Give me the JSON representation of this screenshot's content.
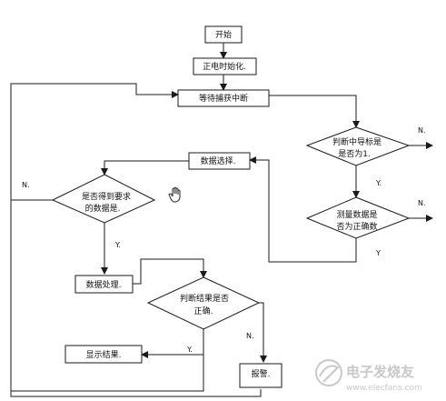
{
  "nodes": {
    "start": "开始",
    "init": "正电时始化.",
    "wait": "等待捕获中断",
    "check_flag_1": "判断中导标是",
    "check_flag_2": "是否为1.",
    "select": "数据选择.",
    "check_data_1": "测量数据是",
    "check_data_2": "否为正确数",
    "reach_1": "是否得到要求",
    "reach_2": "的数据是.",
    "process": "数据处理.",
    "judge_1": "判断结果是否",
    "judge_2": "正确.",
    "display": "显示结果.",
    "alarm": "报警."
  },
  "edge_labels": {
    "flag_no": "N.",
    "flag_yes": "Y.",
    "data_no": "N.",
    "data_yes": "Y",
    "reach_no": "N.",
    "reach_yes": "Y.",
    "judge_no": "N.",
    "judge_yes": "Y."
  },
  "watermark": {
    "brand": "电子发烧友",
    "url": "www.elecfans.com"
  },
  "icons": {
    "cursor": "hand-cursor-icon",
    "logo": "elecfans-logo-icon"
  },
  "colors": {
    "line": "#1a1a1a",
    "text": "#111111",
    "watermark": "#c8c8c8"
  }
}
